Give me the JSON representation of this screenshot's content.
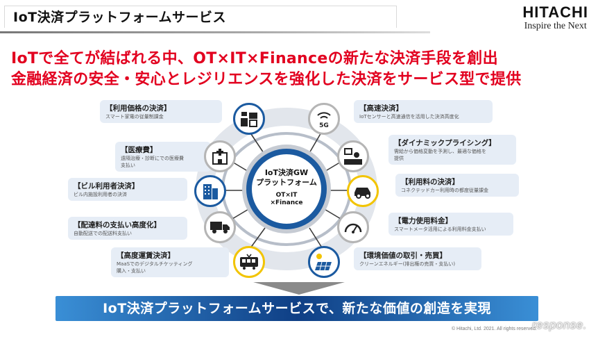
{
  "header": {
    "title": "IoT決済プラットフォームサービス",
    "logo_brand": "HITACHI",
    "logo_tagline": "Inspire the Next"
  },
  "headline": {
    "line1": "IoTで全てが結ばれる中、OT×IT×Financeの新たな決済手段を創出",
    "line2": "金融経済の安全・安心とレジリエンスを強化した決済をサービス型で提供"
  },
  "center": {
    "line1": "IoT決済GW",
    "line2": "プラットフォーム",
    "line3": "OT×IT",
    "line4": "×Finance"
  },
  "left_cards": [
    {
      "title": "【利用価格の決済】",
      "sub": "スマート家電の従量制課金",
      "sub2": ""
    },
    {
      "title": "【医療費】",
      "sub": "遠隔治療・診断にでの医療費",
      "sub2": "支払い"
    },
    {
      "title": "【ビル利用者決済】",
      "sub": "ビル内施設利用者の決済",
      "sub2": ""
    },
    {
      "title": "【配達料の支払い高度化】",
      "sub": "自動配送での配送料支払い",
      "sub2": ""
    },
    {
      "title": "【高度運賃決済】",
      "sub": "MaaSでのデジタルチケッティング",
      "sub2": "購入・支払い"
    }
  ],
  "right_cards": [
    {
      "title": "【高速決済】",
      "sub": "IoTセンサーと高速通信を活用した決済高度化",
      "sub2": ""
    },
    {
      "title": "【ダイナミックプライシング】",
      "sub": "需給から価格変動を予測し、最適な価格を",
      "sub2": "提供"
    },
    {
      "title": "【利用料の決済】",
      "sub": "コネクテッドカー利用時の都度従量課金",
      "sub2": ""
    },
    {
      "title": "【電力使用料金】",
      "sub": "スマートメータ活用による利用料金支払い",
      "sub2": ""
    },
    {
      "title": "【環境価値の取引・売買】",
      "sub": "クリーンエネルギー(排出権の売買・支払い)",
      "sub2": ""
    }
  ],
  "icons": {
    "left": [
      "appliance-icon",
      "hospital-icon",
      "building-icon",
      "truck-icon",
      "train-icon"
    ],
    "right": [
      "5g-wifi-icon",
      "dynamic-pricing-icon",
      "car-icon",
      "meter-icon",
      "solar-panel-icon"
    ],
    "labels": {
      "five_g": "5G"
    }
  },
  "banner": {
    "text": "IoT決済プラットフォームサービスで、新たな価値の創造を実現"
  },
  "footer": {
    "copyright": "© Hitachi, Ltd. 2021. All rights reserved.",
    "watermark": "response."
  },
  "colors": {
    "headline_red": "#e2001f",
    "node_blue": "#1b5aa0",
    "node_yellow": "#f2c400",
    "card_bg": "#e6edf6",
    "banner_blue": "#0f3f85"
  }
}
